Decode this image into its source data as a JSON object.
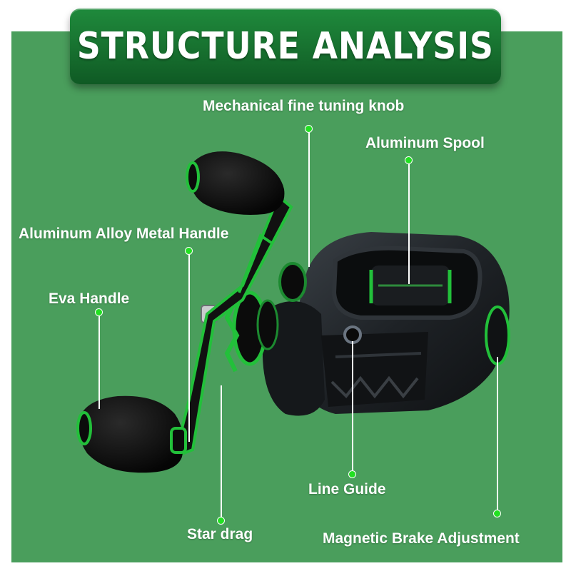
{
  "banner": {
    "title": "STRUCTURE ANALYSIS"
  },
  "colors": {
    "background": "#4a9e5c",
    "banner": "#17702f",
    "accent_green": "#22e022",
    "reel_body": "#1e2226"
  },
  "labels": {
    "knob": "Mechanical fine tuning knob",
    "spool": "Aluminum Spool",
    "metal_handle": "Aluminum Alloy Metal Handle",
    "eva_handle": "Eva Handle",
    "line_guide": "Line Guide",
    "star_drag": "Star drag",
    "magnetic_brake": "Magnetic Brake Adjustment"
  }
}
